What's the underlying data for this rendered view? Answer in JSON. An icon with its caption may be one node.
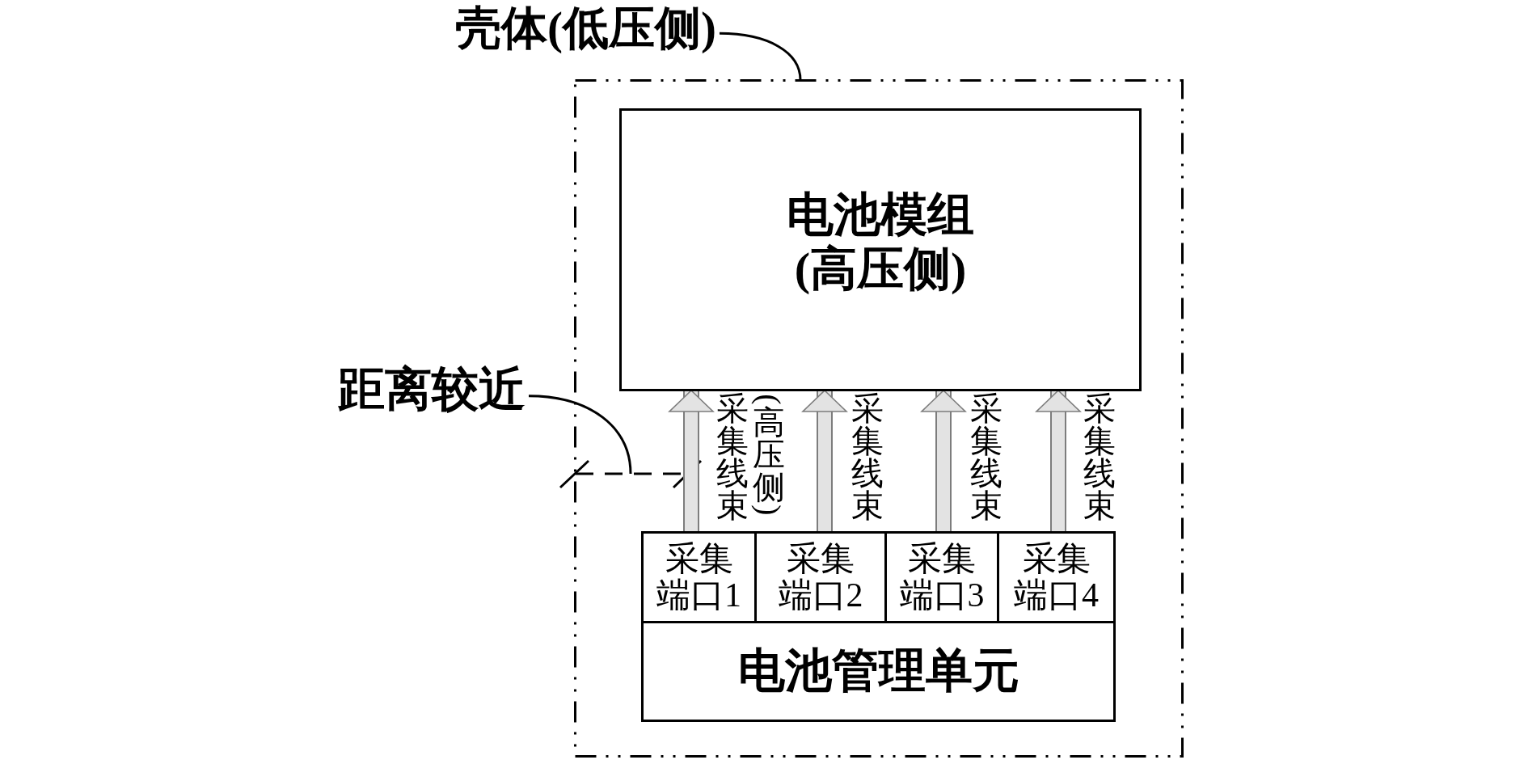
{
  "diagram": {
    "nodes": [
      {
        "text": [
          "壳体(低压侧)"
        ]
      },
      {
        "text": [],
        "shape": "box"
      },
      {
        "text": [
          "电池模组(高压侧)"
        ],
        "in": 1
      },
      {
        "text": [
          "距离较近"
        ]
      },
      {
        "text": [
          "电池管理单元"
        ],
        "in": 1
      },
      {
        "text": [
          "采集端口1"
        ],
        "in": 4
      },
      {
        "text": [
          "采集端口2"
        ],
        "in": 4
      },
      {
        "text": [
          "采集端口3"
        ],
        "in": 4
      },
      {
        "text": [
          "采集端口4"
        ],
        "in": 4
      }
    ],
    "edges": [
      {
        "from": 0,
        "to": 1,
        "arrow": "none"
      },
      {
        "from": 3,
        "to": null,
        "arrow": "none"
      },
      {
        "from": 5,
        "to": 2,
        "arrow": "to",
        "label": "采集线束(高压侧)"
      },
      {
        "from": 6,
        "to": 2,
        "arrow": "to",
        "label": "采集线束"
      },
      {
        "from": 7,
        "to": 2,
        "arrow": "to",
        "label": "采集线束"
      },
      {
        "from": 8,
        "to": 2,
        "arrow": "to",
        "label": "采集线束"
      }
    ]
  }
}
